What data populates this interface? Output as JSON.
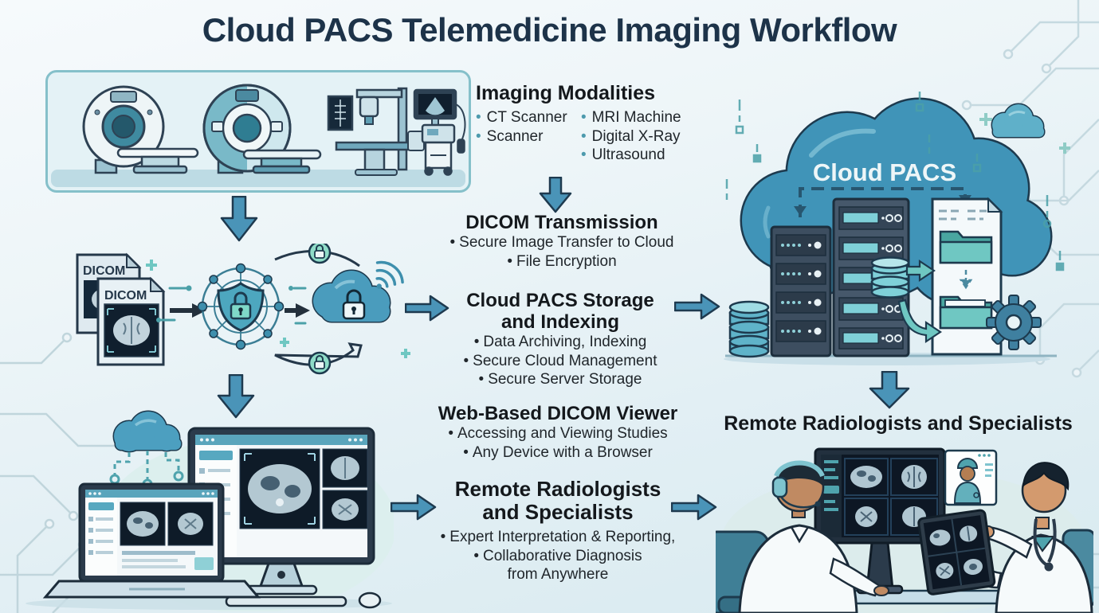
{
  "title": "Cloud PACS Telemedicine Imaging Workflow",
  "ui": {
    "bullet": "•"
  },
  "center": {
    "imaging": {
      "heading": "Imaging Modalities",
      "col1": [
        "CT Scanner",
        "Scanner"
      ],
      "col2": [
        "MRI Machine",
        "Digital X-Ray",
        "Ultrasound"
      ]
    },
    "transmission": {
      "heading": "DICOM Transmission",
      "bullets": [
        "Secure Image Transfer to Cloud",
        "File Encryption"
      ]
    },
    "storage": {
      "heading_line1": "Cloud PACS Storage",
      "heading_line2": "and Indexing",
      "bullets": [
        "Data Archiving, Indexing",
        "Secure Cloud Management",
        "Secure Server Storage"
      ]
    },
    "viewer": {
      "heading": "Web-Based DICOM Viewer",
      "bullets": [
        "Accessing and Viewing Studies",
        "Any Device with a Browser"
      ]
    },
    "remote": {
      "heading_line1": "Remote Radiologists",
      "heading_line2": "and Specialists",
      "bullets": [
        "Expert Interpretation & Reporting,",
        "Collaborative Diagnosis"
      ],
      "continuation": "from Anywhere"
    }
  },
  "left": {
    "dicom_label_back": "DICOM",
    "dicom_label_front": "DICOM"
  },
  "right": {
    "cloud_label": "Cloud PACS",
    "heading": "Remote Radiologists and Specialists"
  },
  "colors": {
    "background": "#e9f3f6",
    "title": "#1d3349",
    "heading": "#14181c",
    "body_text": "#20262b",
    "bullet_dot": "#4d9aad",
    "arrow_fill": "#4a94b8",
    "arrow_outline": "#1e3a4f",
    "cloud_blue": "#4094b8",
    "teal_accent": "#6fc7c2",
    "panel_border": "#85c0ca",
    "dark_navy": "#26323e"
  }
}
